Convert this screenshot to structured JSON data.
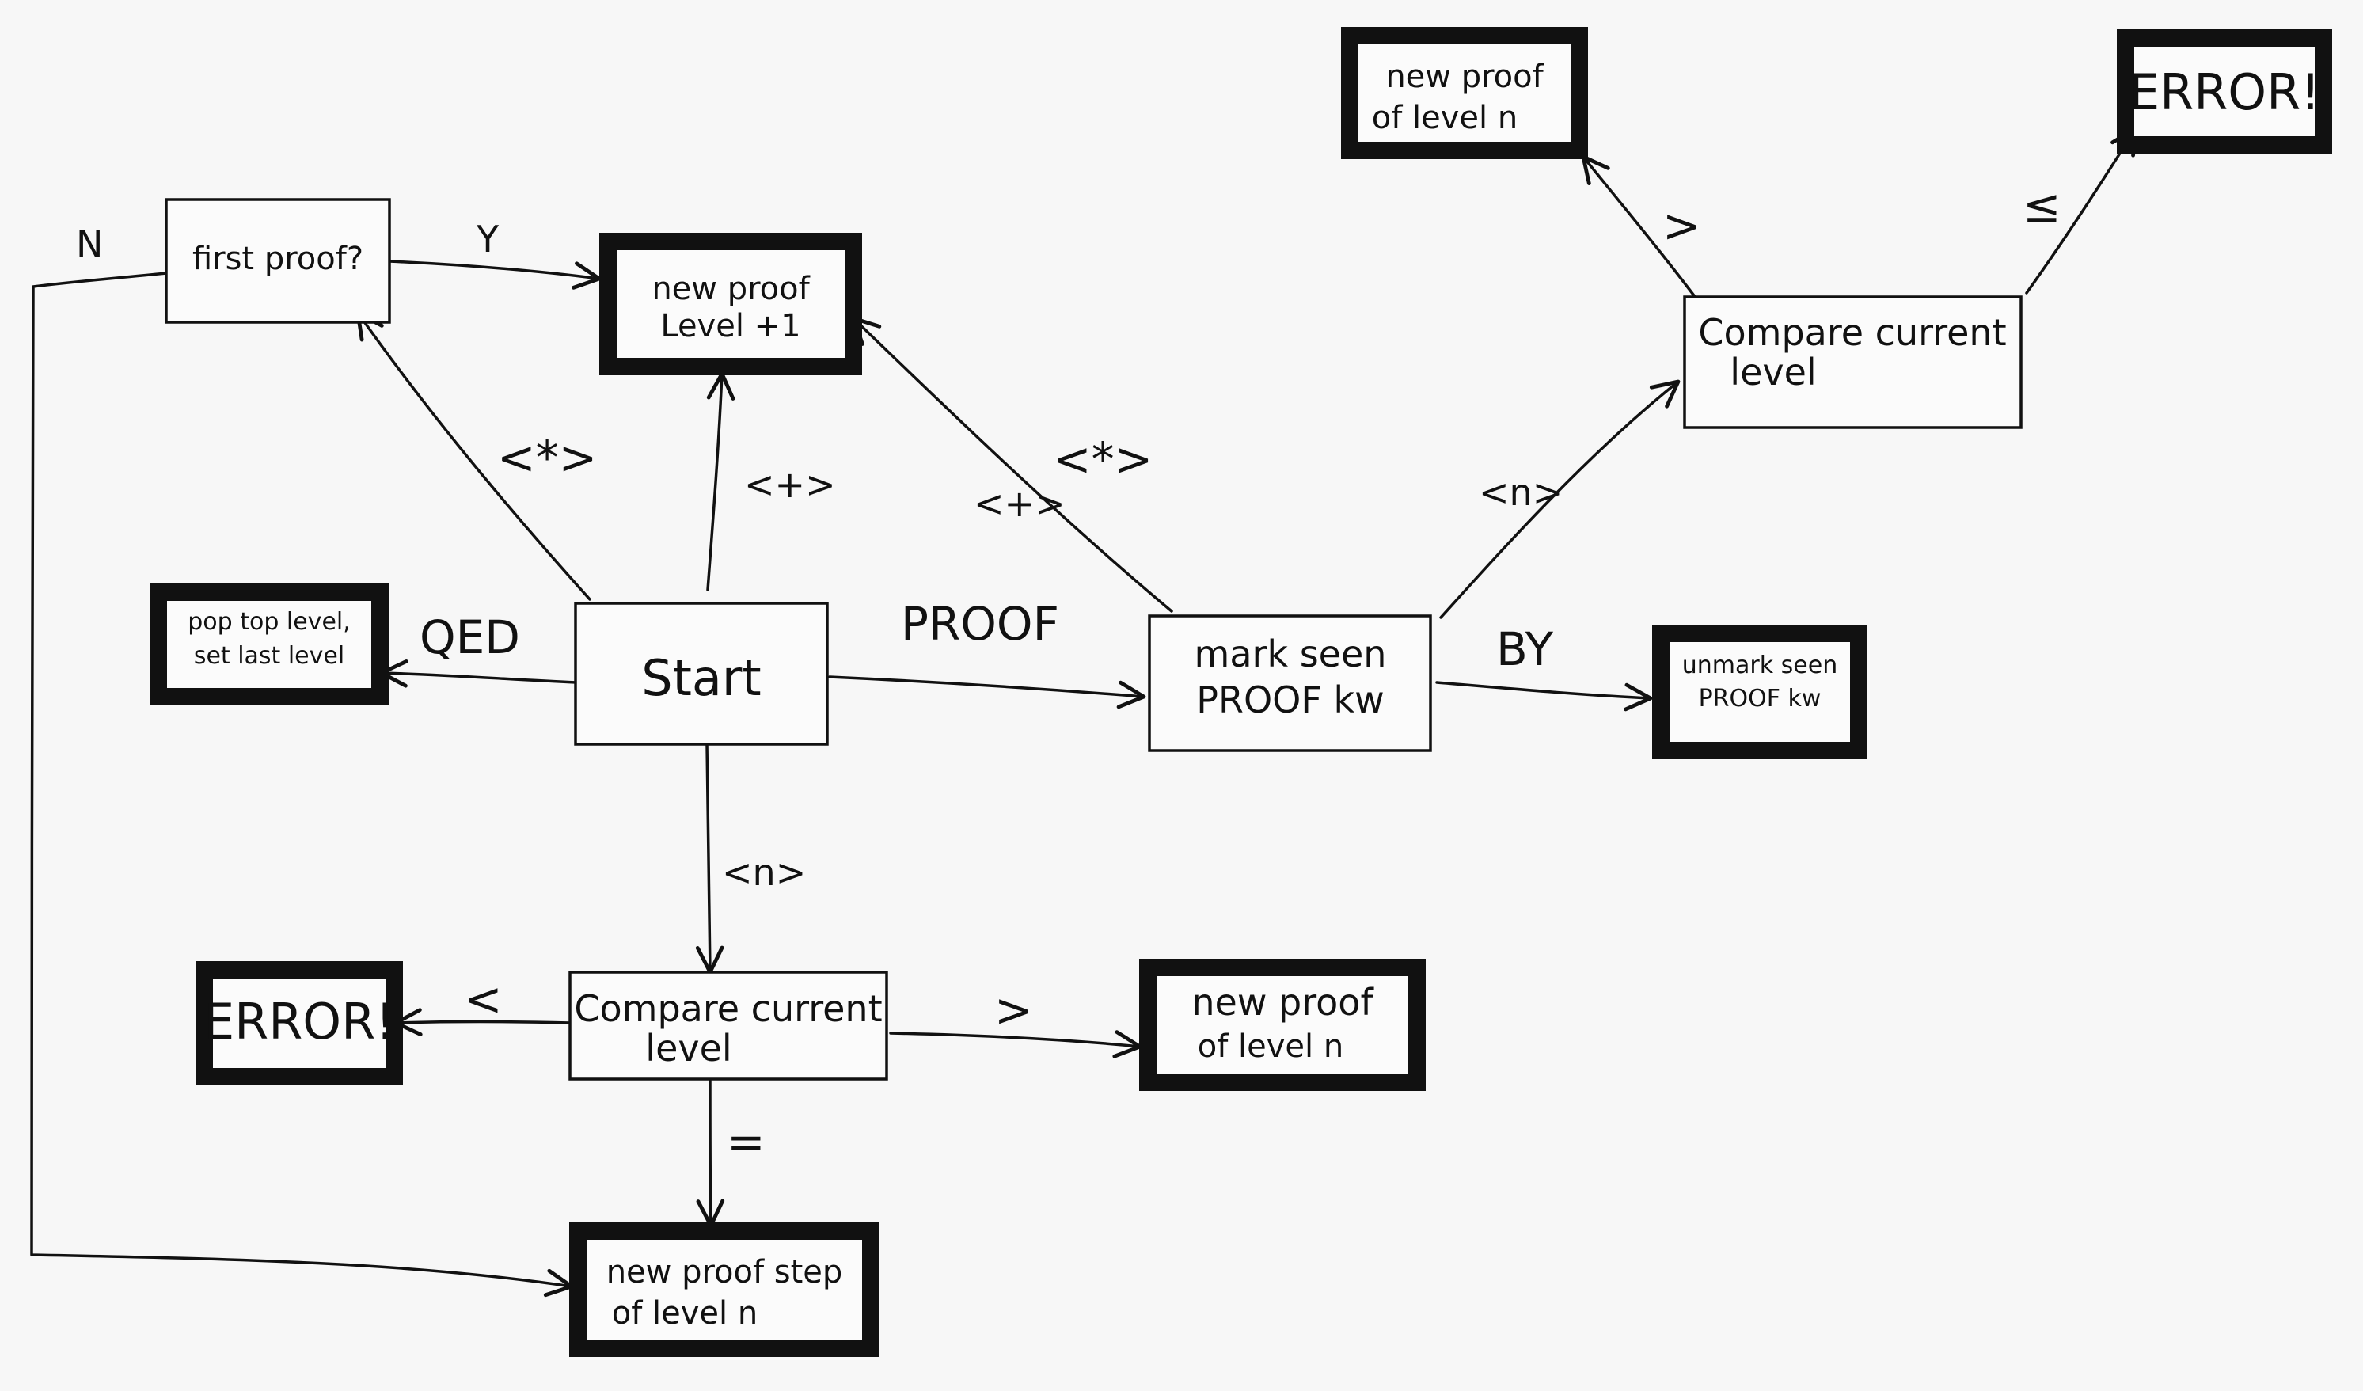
{
  "nodes": [
    {
      "id": "start",
      "lines": [
        "Start"
      ]
    },
    {
      "id": "first_proof",
      "lines": [
        "first proof?"
      ]
    },
    {
      "id": "new_proof_level_plus_1",
      "lines": [
        "new proof",
        "Level +1"
      ]
    },
    {
      "id": "pop_top_level",
      "lines": [
        "pop top level,",
        "set last level"
      ]
    },
    {
      "id": "mark_seen",
      "lines": [
        "mark seen",
        "PROOF kw"
      ]
    },
    {
      "id": "unmark_seen",
      "lines": [
        "unmark seen",
        "PROOF kw"
      ]
    },
    {
      "id": "compare_top",
      "lines": [
        "Compare current",
        "level"
      ]
    },
    {
      "id": "new_proof_level_n_top",
      "lines": [
        "new proof",
        "of level n"
      ]
    },
    {
      "id": "error_top",
      "lines": [
        "ERROR!"
      ]
    },
    {
      "id": "compare_bottom",
      "lines": [
        "Compare current",
        "level"
      ]
    },
    {
      "id": "error_bottom",
      "lines": [
        "ERROR!"
      ]
    },
    {
      "id": "new_proof_level_n_bottom",
      "lines": [
        "new proof",
        "of level n"
      ]
    },
    {
      "id": "new_proof_step",
      "lines": [
        "new proof step",
        "of level n"
      ]
    }
  ],
  "edges": [
    {
      "from": "first_proof",
      "to": "new_proof_level_plus_1",
      "label": "Y"
    },
    {
      "from": "first_proof",
      "to": "new_proof_step",
      "label": "N"
    },
    {
      "from": "start",
      "to": "first_proof",
      "label": "<*>"
    },
    {
      "from": "start",
      "to": "new_proof_level_plus_1",
      "label": "<+>"
    },
    {
      "from": "start",
      "to": "pop_top_level",
      "label": "QED"
    },
    {
      "from": "start",
      "to": "mark_seen",
      "label": "PROOF"
    },
    {
      "from": "start",
      "to": "compare_bottom",
      "label": "<n>"
    },
    {
      "from": "mark_seen",
      "to": "new_proof_level_plus_1",
      "label": "<*>"
    },
    {
      "from": "mark_seen",
      "to": "new_proof_level_plus_1",
      "label": "<+>"
    },
    {
      "from": "mark_seen",
      "to": "compare_top",
      "label": "<n>"
    },
    {
      "from": "mark_seen",
      "to": "unmark_seen",
      "label": "BY"
    },
    {
      "from": "compare_top",
      "to": "new_proof_level_n_top",
      "label": ">"
    },
    {
      "from": "compare_top",
      "to": "error_top",
      "label": "≤"
    },
    {
      "from": "compare_bottom",
      "to": "error_bottom",
      "label": "<"
    },
    {
      "from": "compare_bottom",
      "to": "new_proof_level_n_bottom",
      "label": ">"
    },
    {
      "from": "compare_bottom",
      "to": "new_proof_step",
      "label": "="
    }
  ]
}
